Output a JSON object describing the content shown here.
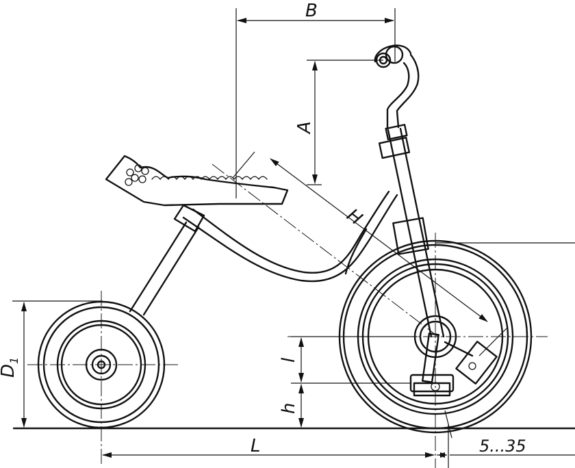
{
  "labels": {
    "B": "B",
    "A": "A",
    "H": "H",
    "D1": "D",
    "D1_sub": "1",
    "l": "l",
    "h": "h",
    "L": "L",
    "offset": "5...35"
  }
}
